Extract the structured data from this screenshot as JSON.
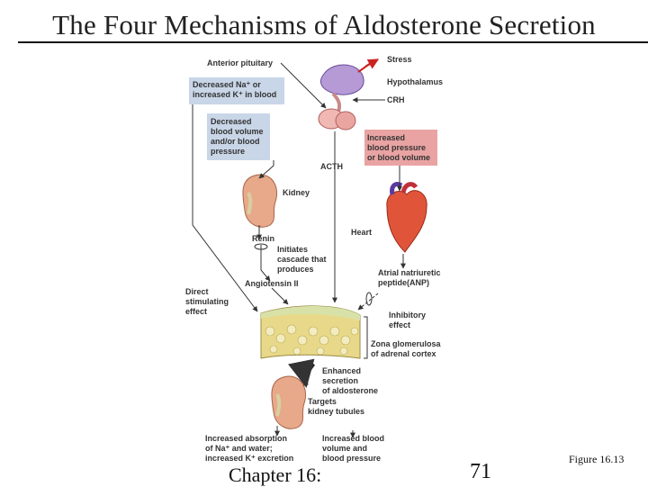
{
  "title": "The Four Mechanisms of Aldosterone Secretion",
  "diagram": {
    "anterior_pituitary": "Anterior pituitary",
    "stress": "Stress",
    "hypothalamus": "Hypothalamus",
    "crh": "CRH",
    "box_na_k": [
      "Decreased Na⁺ or",
      "increased K⁺ in blood"
    ],
    "box_bp_decrease": [
      "Decreased",
      "blood volume",
      "and/or blood",
      "pressure"
    ],
    "box_bp_increase": [
      "Increased",
      "blood pressure",
      "or blood volume"
    ],
    "acth": "ACTH",
    "kidney": "Kidney",
    "heart": "Heart",
    "renin": "Renin",
    "initiates": [
      "Initiates",
      "cascade that",
      "produces"
    ],
    "angiotensin": "Angiotensin II",
    "anp": [
      "Atrial natriuretic",
      "peptide(ANP)"
    ],
    "direct": [
      "Direct",
      "stimulating",
      "effect"
    ],
    "inhibitory": [
      "Inhibitory",
      "effect"
    ],
    "zona": [
      "Zona glomerulosa",
      "of adrenal cortex"
    ],
    "enhanced": [
      "Enhanced",
      "secretion",
      "of aldosterone"
    ],
    "targets": [
      "Targets",
      "kidney tubules"
    ],
    "absorption": [
      "Increased absorption",
      "of Na⁺ and water;",
      "increased K⁺ excretion"
    ],
    "increased_blood": [
      "Increased blood",
      "volume and",
      "blood pressure"
    ]
  },
  "footer": {
    "chapter": "Chapter 16:",
    "page": "71",
    "figure": "Figure 16.13"
  },
  "colors": {
    "blue_box": "#c9d6e8",
    "red_box": "#e9a3a3",
    "arrow": "#333333"
  }
}
